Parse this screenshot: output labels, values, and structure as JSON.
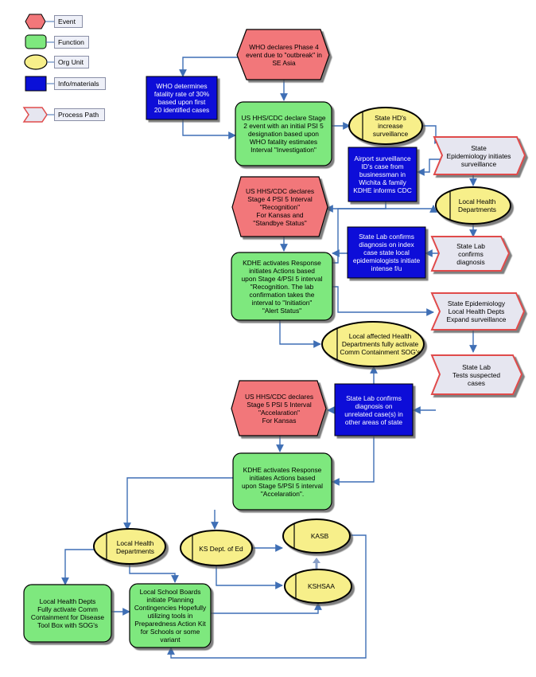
{
  "legend": {
    "event": "Event",
    "function": "Function",
    "org_unit": "Org Unit",
    "info": "Info/materials",
    "process_path": "Process Path"
  },
  "nodes": {
    "who_phase4": "WHO declares Phase 4\nevent due to \"outbreak\" in\nSE Asia",
    "who_fatality": "WHO determines\nfatality rate of 30%\nbased upon first\n20 identified cases",
    "us_stage2": "US HHS/CDC declare Stage\n2 event  with an initial PSI 5\ndesignation based upon\nWHO fatality estimates\nInterval \"Investigation\"",
    "state_hd": "State HD's\nincrease\nsurveillance",
    "state_epi_surv": "State\nEpidemiology initiates\nsurveillance",
    "airport": "Airport surveillance\nID's case from\nbusinessman in\nWichita & family\nKDHE informs CDC",
    "us_stage4": "US HHS/CDC declares\nStage 4 PSI 5 Interval\n\"Recognition\"\nFor Kansas and\n\"Standbye Status\"",
    "local_health_1": "Local Health\nDepartments",
    "state_lab_index": "State Lab confirms\ndiagnosis on index\ncase state local\nepidemiologists initiate\nintense f/u",
    "state_lab_confirms": "State Lab\nconfirms\ndiagnosis",
    "kdhe_stage4": "KDHE activates Response\ninitiates Actions based\nupon Stage 4/PSI 5 interval\n\"Recognition.  The lab\nconfirmation takes the\ninterval to \"Initiation\"\n\"Alert Status\"",
    "state_epi_expand": "State Epidemiology\nLocal Health Depts\nExpand surveillance",
    "local_affected": "Local affected Health\nDepartments fully activate\nComm Containment SOG's",
    "state_lab_tests": "State Lab\nTests suspected\ncases",
    "us_stage5": "US HHS/CDC declares\nStage 5 PSI 5 Interval\n\"Accelaration\"\nFor Kansas",
    "state_lab_unrelated": "State Lab confirms\ndiagnosis on\nunrelated case(s) in\nother areas of state",
    "kdhe_stage5": "KDHE activates Response\ninitiates Actions based\nupon Stage 5/PSI 5 interval\n\"Accelaration\".",
    "local_health_2": "Local Health\nDepartments",
    "ks_dept_ed": "KS Dept. of Ed",
    "kasb": "KASB",
    "kshsaa": "KSHSAA",
    "local_health_depts_activate": "Local Health Depts\nFully activate Comm\nContainment for Disease\nTool Box with SOG's",
    "school_boards": "Local School Boards\ninitiate Planning\nContingencies Hopefully\nutilizing tools in\nPreparedness Action Kit\nfor Schools or some\nvariant"
  },
  "colors": {
    "event": "#f2777a",
    "function": "#7ee87e",
    "org_unit": "#f7ef8a",
    "info": "#0a10d8",
    "process_path": "#e6e6f0",
    "arrow": "#3f6fb5"
  }
}
